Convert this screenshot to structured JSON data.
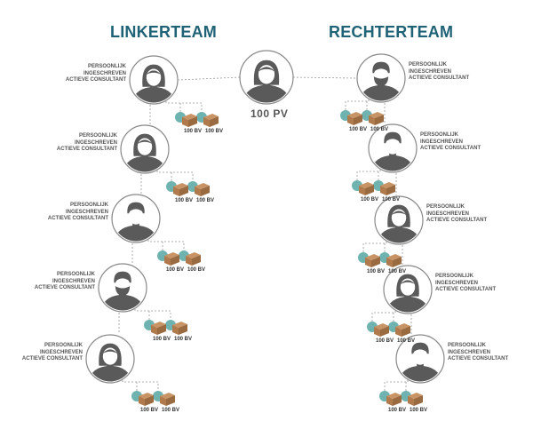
{
  "titles": {
    "left": "LINKERTEAM",
    "right": "RECHTERTEAM"
  },
  "center": {
    "pv": "100 PV"
  },
  "consultant_label": [
    "PERSOONLIJK",
    "INGESCHREVEN",
    "ACTIEVE CONSULTANT"
  ],
  "bv_label": "100 BV",
  "left_team": [
    {
      "gender": "female"
    },
    {
      "gender": "female"
    },
    {
      "gender": "male"
    },
    {
      "gender": "male-beard"
    },
    {
      "gender": "female"
    }
  ],
  "right_team": [
    {
      "gender": "male-beard"
    },
    {
      "gender": "male"
    },
    {
      "gender": "female"
    },
    {
      "gender": "female"
    },
    {
      "gender": "male"
    }
  ],
  "colors": {
    "title": "#1f6275",
    "avatar": "#5a5a5a",
    "ring": "#888888",
    "teal": "#6fb3b0",
    "box": "#b07a4c",
    "dash": "#999999"
  }
}
